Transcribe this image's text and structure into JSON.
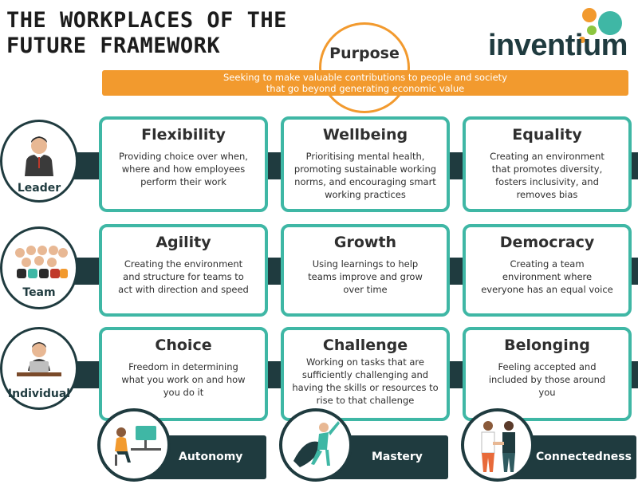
{
  "title": {
    "line1": "THE WORKPLACES OF THE",
    "line2": "FUTURE FRAMEWORK"
  },
  "logo": {
    "text": "inventium"
  },
  "purpose": {
    "label": "Purpose",
    "line1": "Seeking to make valuable contributions to people and society",
    "line2": "that go beyond generating economic value"
  },
  "rows": [
    {
      "role": "Leader",
      "cards": [
        {
          "title": "Flexibility",
          "lines": [
            "Providing choice over when,",
            "where and how employees",
            "perform their work"
          ]
        },
        {
          "title": "Wellbeing",
          "lines": [
            "Prioritising mental health,",
            "promoting sustainable working",
            "norms, and encouraging smart",
            "working practices"
          ]
        },
        {
          "title": "Equality",
          "lines": [
            "Creating an environment",
            "that promotes diversity,",
            "fosters inclusivity, and",
            "removes bias"
          ]
        }
      ]
    },
    {
      "role": "Team",
      "cards": [
        {
          "title": "Agility",
          "lines": [
            "Creating the environment",
            "and structure for teams to",
            "act with direction and speed"
          ]
        },
        {
          "title": "Growth",
          "lines": [
            "Using learnings to help",
            "teams improve and grow",
            "over time"
          ]
        },
        {
          "title": "Democracy",
          "lines": [
            "Creating a team",
            "environment where",
            "everyone has an equal voice"
          ]
        }
      ]
    },
    {
      "role": "Individual",
      "cards": [
        {
          "title": "Choice",
          "lines": [
            "Freedom in determining",
            "what you work on and how",
            "you do it"
          ]
        },
        {
          "title": "Challenge",
          "lines": [
            "Working on tasks that are",
            "sufficiently challenging and",
            "having the skills or resources to",
            "rise to that challenge"
          ]
        },
        {
          "title": "Belonging",
          "lines": [
            "Feeling accepted and",
            "included by those around",
            "you"
          ]
        }
      ]
    }
  ],
  "motivators": [
    {
      "label": "Autonomy"
    },
    {
      "label": "Mastery"
    },
    {
      "label": "Connectedness"
    }
  ],
  "colors": {
    "teal": "#3fb7a5",
    "navy": "#1f3b3f",
    "orange": "#f29a2e"
  }
}
